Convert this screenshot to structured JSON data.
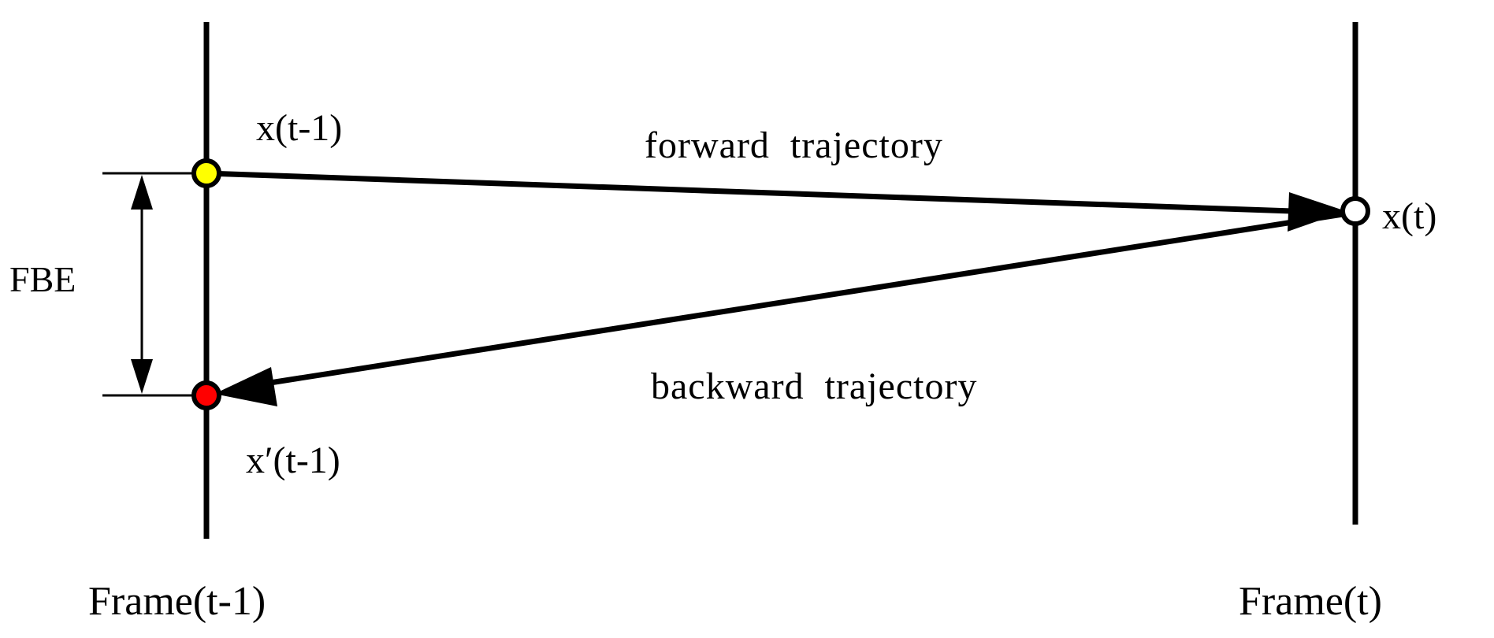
{
  "labels": {
    "point_prev": "x(t-1)",
    "point_curr": "x(t)",
    "point_back": "x′(t-1)",
    "forward": "forward  trajectory",
    "backward": "backward  trajectory",
    "fbe": "FBE",
    "frame_prev": "Frame(t-1)",
    "frame_curr": "Frame(t)"
  },
  "colors": {
    "line": "#000000",
    "point_prev_fill": "#ffff00",
    "point_curr_fill": "#ffffff",
    "point_back_fill": "#ff0000"
  }
}
